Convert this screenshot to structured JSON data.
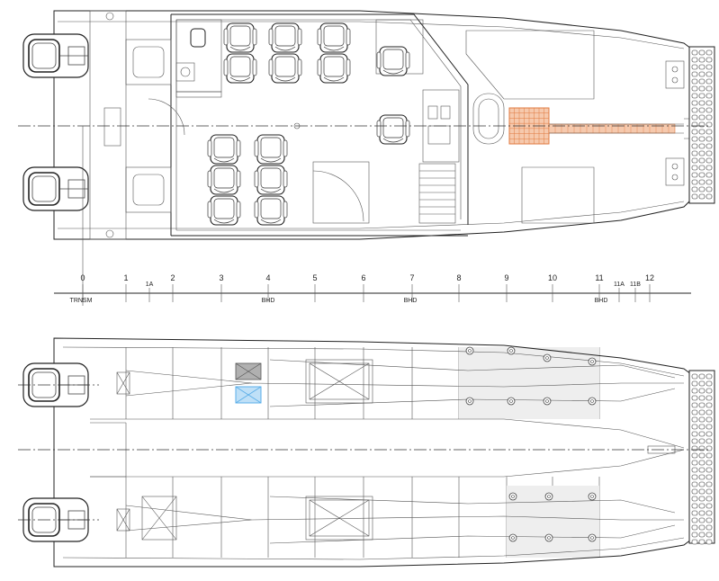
{
  "frame_numbers": [
    "0",
    "1",
    "1A",
    "2",
    "3",
    "4",
    "5",
    "6",
    "7",
    "8",
    "9",
    "10",
    "11",
    "11A",
    "11B",
    "12"
  ],
  "frame_tags": [
    "TRNSM",
    "BHD",
    "BHD",
    "BHD"
  ],
  "colors": {
    "line": "#222222",
    "grey_hatch": "#b0b0b0",
    "blue_hatch": "#5aaee8",
    "orange_grid": "#e07a40"
  }
}
